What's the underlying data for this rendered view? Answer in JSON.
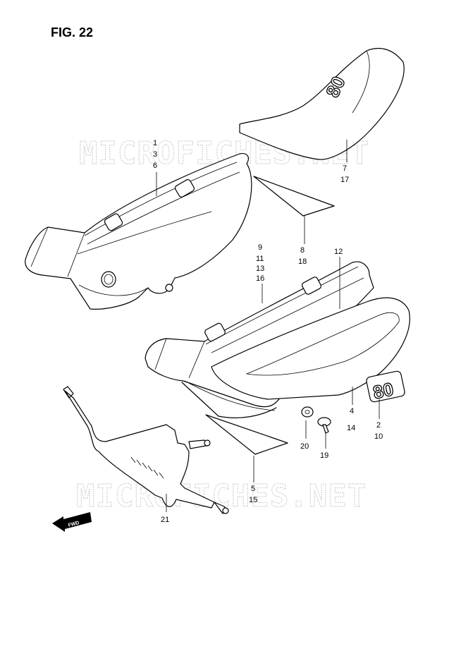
{
  "figure": {
    "title": "FIG. 22"
  },
  "watermark": "MICROFICHES.NET",
  "emblem_text": "80",
  "direction_marker": "FWD",
  "callouts": {
    "c1": [
      "1",
      "3",
      "6"
    ],
    "c7": [
      "7",
      "17"
    ],
    "c8": [
      "8",
      "18"
    ],
    "c9": [
      "9",
      "11",
      "13",
      "16"
    ],
    "c12": [
      "12"
    ],
    "c4": [
      "4",
      "14"
    ],
    "c2": [
      "2",
      "10"
    ],
    "c20": [
      "20"
    ],
    "c19": [
      "19"
    ],
    "c5": [
      "5",
      "15"
    ],
    "c21": [
      "21"
    ]
  }
}
